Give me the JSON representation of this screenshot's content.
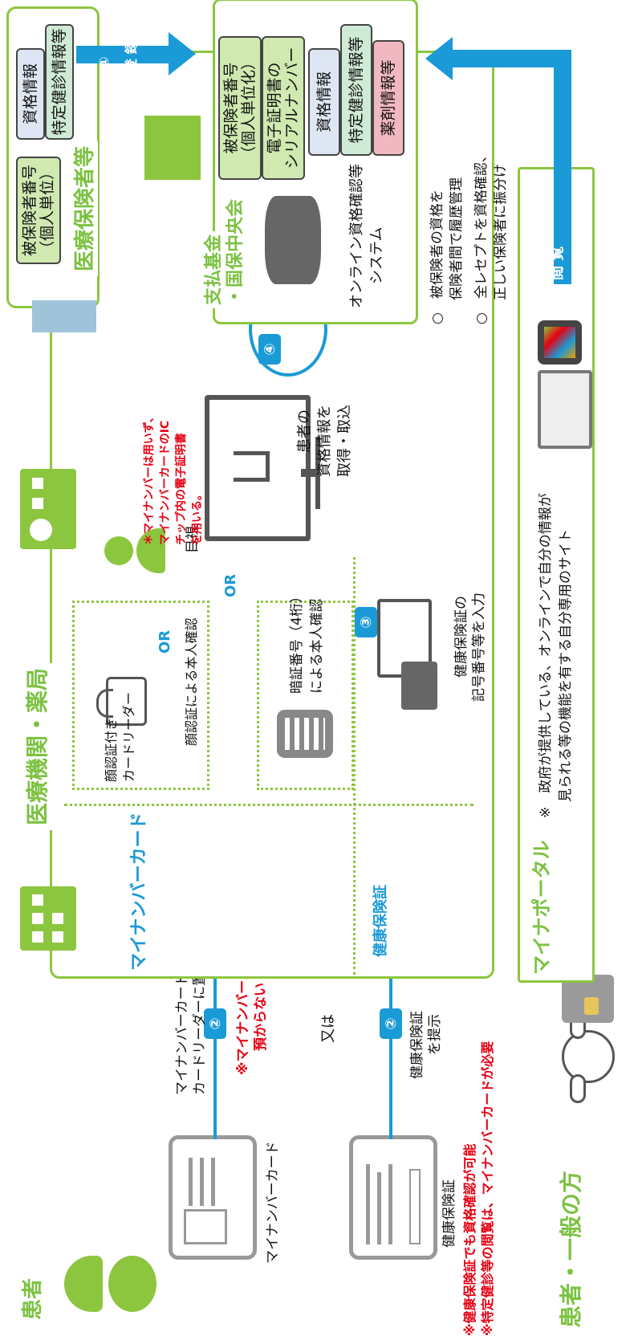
{
  "patient": {
    "title": "患者",
    "mynumber_card_label": "マイナンバーカード",
    "insurance_card_label": "健康保険証",
    "or_label": "又は",
    "step2_a_text_1": "マイナンバーカードを",
    "step2_a_text_2": "カードリーダーに置く",
    "step2_a_note_1": "※マイナンバーカードは",
    "step2_a_note_2": "預からない",
    "step2_b_text_1": "健康保険証",
    "step2_b_text_2": "を提示",
    "bottom_note_1": "※健康保険証でも資格確認が可能",
    "bottom_note_2": "※特定健診等の閲覧は、マイナンバーカードが必要",
    "general_title": "患者・一般の方"
  },
  "hospital": {
    "title": "医療機関・薬局",
    "mynumber_card_section": "マイナンバーカード",
    "insurance_card_section": "健康保険証",
    "face_reader_1": "顔認証付き",
    "face_reader_2": "カードリーダー",
    "or_1": "OR",
    "visual_check": "目視",
    "face_auth": "顔認証による本人確認",
    "or_2": "OR",
    "pin_1": "暗証番号（4桁）",
    "pin_2": "による本人確認",
    "step3_text_1": "健康保険証の",
    "step3_text_2": "記号番号等を入力",
    "retrieve_1": "患者の",
    "retrieve_2": "資格情報を",
    "retrieve_3": "取得・取込",
    "red_note_1": "＊マイナンバーは用いず、",
    "red_note_2": "マイナンバーカードのIC",
    "red_note_3": "チップ内の電子証明書",
    "red_note_4": "を用いる。"
  },
  "insurer": {
    "title": "医療保険者等",
    "insured_number_1": "被保険者番号",
    "insured_number_2": "（個人単位）",
    "qualification_info": "資格情報",
    "checkup_info": "特定健診情報等"
  },
  "steps": {
    "step1_badge": "①",
    "step1_label": "登 録",
    "step2_badge": "②",
    "step3_badge": "③",
    "step4_badge": "④",
    "browse_label": "閲 覧"
  },
  "fund": {
    "title_1": "支払基金",
    "title_2": "・国保中央会",
    "system_1": "オンライン資格確認等",
    "system_2": "システム",
    "db_insured_1": "被保険者番号",
    "db_insured_2": "（個人単位化）",
    "db_serial_1": "電子証明書の",
    "db_serial_2": "シリアルナンバー",
    "db_qualification": "資格情報",
    "db_checkup": "特定健診情報等",
    "db_drug": "薬剤情報等",
    "bullet_1a": "○　被保険者の資格を",
    "bullet_1b": "保険者間で履歴管理",
    "bullet_2a": "○　全レセプトを資格確認、",
    "bullet_2b": "正しい保険者に振分け"
  },
  "portal": {
    "title": "マイナポータル",
    "desc_1": "※　政府が提供している、オンラインで自分の情報が",
    "desc_2": "見られる等の機能を有する自分専用のサイト"
  },
  "colors": {
    "green": "#7cc242",
    "blue": "#1a9ad6",
    "red": "#e60012"
  }
}
